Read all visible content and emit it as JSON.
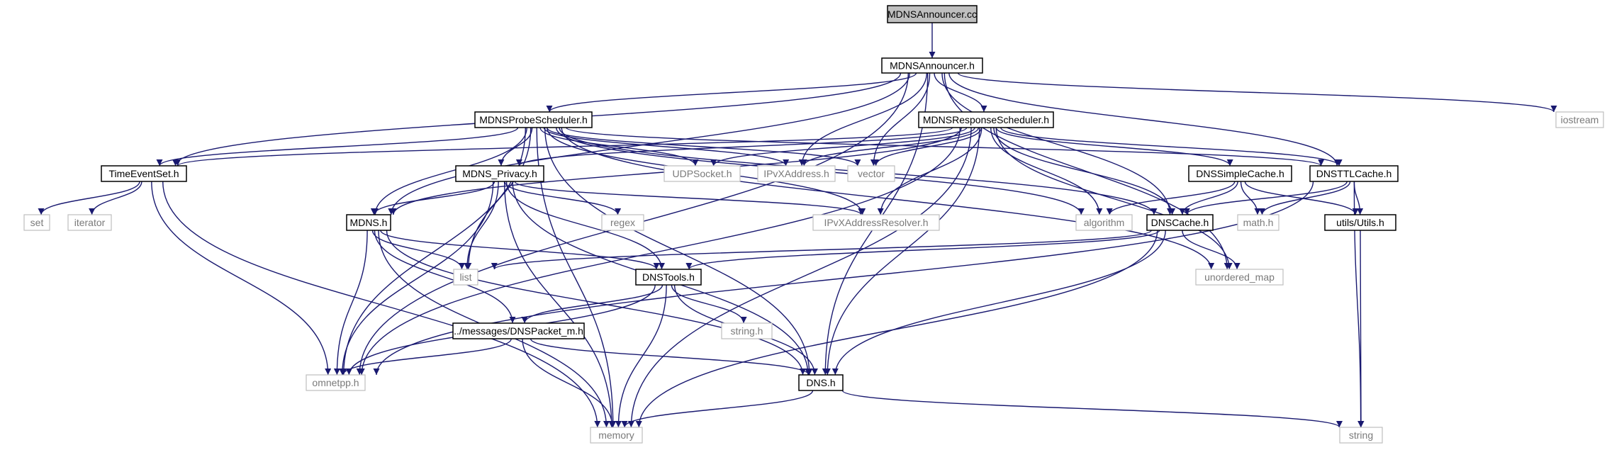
{
  "diagram": {
    "type": "include-dependency-graph",
    "colors": {
      "edge": "#191970",
      "root_fill": "#bfbfbf",
      "node_border": "#000000",
      "external_border": "#bfbfbf",
      "external_text": "#7a7a7a"
    },
    "nodes": [
      {
        "id": "root",
        "label": "MDNSAnnouncer.cc",
        "kind": "root"
      },
      {
        "id": "announcer_h",
        "label": "MDNSAnnouncer.h",
        "kind": "file"
      },
      {
        "id": "probe",
        "label": "MDNSProbeScheduler.h",
        "kind": "file"
      },
      {
        "id": "response",
        "label": "MDNSResponseScheduler.h",
        "kind": "file"
      },
      {
        "id": "iostream",
        "label": "iostream",
        "kind": "external"
      },
      {
        "id": "timeevent",
        "label": "TimeEventSet.h",
        "kind": "file"
      },
      {
        "id": "udpsocket",
        "label": "UDPSocket.h",
        "kind": "external"
      },
      {
        "id": "ipvx",
        "label": "IPvXAddress.h",
        "kind": "external"
      },
      {
        "id": "vector",
        "label": "vector",
        "kind": "external"
      },
      {
        "id": "simplecache",
        "label": "DNSSimpleCache.h",
        "kind": "file"
      },
      {
        "id": "ttlcache",
        "label": "DNSTTLCache.h",
        "kind": "file"
      },
      {
        "id": "privacy",
        "label": "MDNS_Privacy.h",
        "kind": "file"
      },
      {
        "id": "set",
        "label": "set",
        "kind": "external"
      },
      {
        "id": "iterator",
        "label": "iterator",
        "kind": "external"
      },
      {
        "id": "mdns",
        "label": "MDNS.h",
        "kind": "file"
      },
      {
        "id": "regex",
        "label": "regex",
        "kind": "external"
      },
      {
        "id": "resolver",
        "label": "IPvXAddressResolver.h",
        "kind": "external"
      },
      {
        "id": "algorithm",
        "label": "algorithm",
        "kind": "external"
      },
      {
        "id": "dnscache",
        "label": "DNSCache.h",
        "kind": "file"
      },
      {
        "id": "math",
        "label": "math.h",
        "kind": "external"
      },
      {
        "id": "utils",
        "label": "utils/Utils.h",
        "kind": "file"
      },
      {
        "id": "list",
        "label": "list",
        "kind": "external"
      },
      {
        "id": "dnstools",
        "label": "DNSTools.h",
        "kind": "file"
      },
      {
        "id": "unordered",
        "label": "unordered_map",
        "kind": "external"
      },
      {
        "id": "stringh",
        "label": "string.h",
        "kind": "external"
      },
      {
        "id": "packet",
        "label": "../messages/DNSPacket_m.h",
        "kind": "file"
      },
      {
        "id": "omnetpp",
        "label": "omnetpp.h",
        "kind": "external"
      },
      {
        "id": "dns",
        "label": "DNS.h",
        "kind": "file"
      },
      {
        "id": "memory",
        "label": "memory",
        "kind": "external"
      },
      {
        "id": "string",
        "label": "string",
        "kind": "external"
      }
    ],
    "edges": [
      [
        "root",
        "announcer_h"
      ],
      [
        "announcer_h",
        "iostream"
      ],
      [
        "announcer_h",
        "probe"
      ],
      [
        "announcer_h",
        "response"
      ],
      [
        "announcer_h",
        "timeevent"
      ],
      [
        "announcer_h",
        "ipvx"
      ],
      [
        "announcer_h",
        "vector"
      ],
      [
        "announcer_h",
        "mdns"
      ],
      [
        "announcer_h",
        "dnscache"
      ],
      [
        "announcer_h",
        "ttlcache"
      ],
      [
        "announcer_h",
        "unordered"
      ],
      [
        "announcer_h",
        "dns"
      ],
      [
        "announcer_h",
        "omnetpp"
      ],
      [
        "probe",
        "timeevent"
      ],
      [
        "probe",
        "udpsocket"
      ],
      [
        "probe",
        "ipvx"
      ],
      [
        "probe",
        "vector"
      ],
      [
        "probe",
        "ttlcache"
      ],
      [
        "probe",
        "privacy"
      ],
      [
        "probe",
        "mdns"
      ],
      [
        "probe",
        "resolver"
      ],
      [
        "probe",
        "algorithm"
      ],
      [
        "probe",
        "dnscache"
      ],
      [
        "probe",
        "list"
      ],
      [
        "probe",
        "omnetpp"
      ],
      [
        "probe",
        "memory"
      ],
      [
        "probe",
        "dns"
      ],
      [
        "probe",
        "unordered"
      ],
      [
        "response",
        "timeevent"
      ],
      [
        "response",
        "udpsocket"
      ],
      [
        "response",
        "ipvx"
      ],
      [
        "response",
        "vector"
      ],
      [
        "response",
        "simplecache"
      ],
      [
        "response",
        "ttlcache"
      ],
      [
        "response",
        "privacy"
      ],
      [
        "response",
        "mdns"
      ],
      [
        "response",
        "resolver"
      ],
      [
        "response",
        "algorithm"
      ],
      [
        "response",
        "dnscache"
      ],
      [
        "response",
        "unordered"
      ],
      [
        "response",
        "omnetpp"
      ],
      [
        "response",
        "dns"
      ],
      [
        "response",
        "memory"
      ],
      [
        "timeevent",
        "set"
      ],
      [
        "timeevent",
        "iterator"
      ],
      [
        "timeevent",
        "omnetpp"
      ],
      [
        "timeevent",
        "memory"
      ],
      [
        "simplecache",
        "algorithm"
      ],
      [
        "simplecache",
        "dnscache"
      ],
      [
        "simplecache",
        "math"
      ],
      [
        "simplecache",
        "utils"
      ],
      [
        "ttlcache",
        "dnscache"
      ],
      [
        "ttlcache",
        "math"
      ],
      [
        "ttlcache",
        "utils"
      ],
      [
        "ttlcache",
        "string"
      ],
      [
        "ttlcache",
        "omnetpp"
      ],
      [
        "privacy",
        "mdns"
      ],
      [
        "privacy",
        "regex"
      ],
      [
        "privacy",
        "resolver"
      ],
      [
        "privacy",
        "list"
      ],
      [
        "privacy",
        "dnstools"
      ],
      [
        "privacy",
        "omnetpp"
      ],
      [
        "privacy",
        "memory"
      ],
      [
        "privacy",
        "dns"
      ],
      [
        "mdns",
        "list"
      ],
      [
        "mdns",
        "dnstools"
      ],
      [
        "mdns",
        "packet"
      ],
      [
        "mdns",
        "omnetpp"
      ],
      [
        "mdns",
        "dns"
      ],
      [
        "mdns",
        "memory"
      ],
      [
        "dnscache",
        "list"
      ],
      [
        "dnscache",
        "dnstools"
      ],
      [
        "dnscache",
        "unordered"
      ],
      [
        "dnscache",
        "dns"
      ],
      [
        "dnscache",
        "memory"
      ],
      [
        "utils",
        "string"
      ],
      [
        "dnstools",
        "stringh"
      ],
      [
        "dnstools",
        "packet"
      ],
      [
        "dnstools",
        "omnetpp"
      ],
      [
        "dnstools",
        "dns"
      ],
      [
        "dnstools",
        "memory"
      ],
      [
        "packet",
        "omnetpp"
      ],
      [
        "packet",
        "dns"
      ],
      [
        "packet",
        "memory"
      ],
      [
        "dns",
        "memory"
      ],
      [
        "dns",
        "string"
      ]
    ]
  }
}
